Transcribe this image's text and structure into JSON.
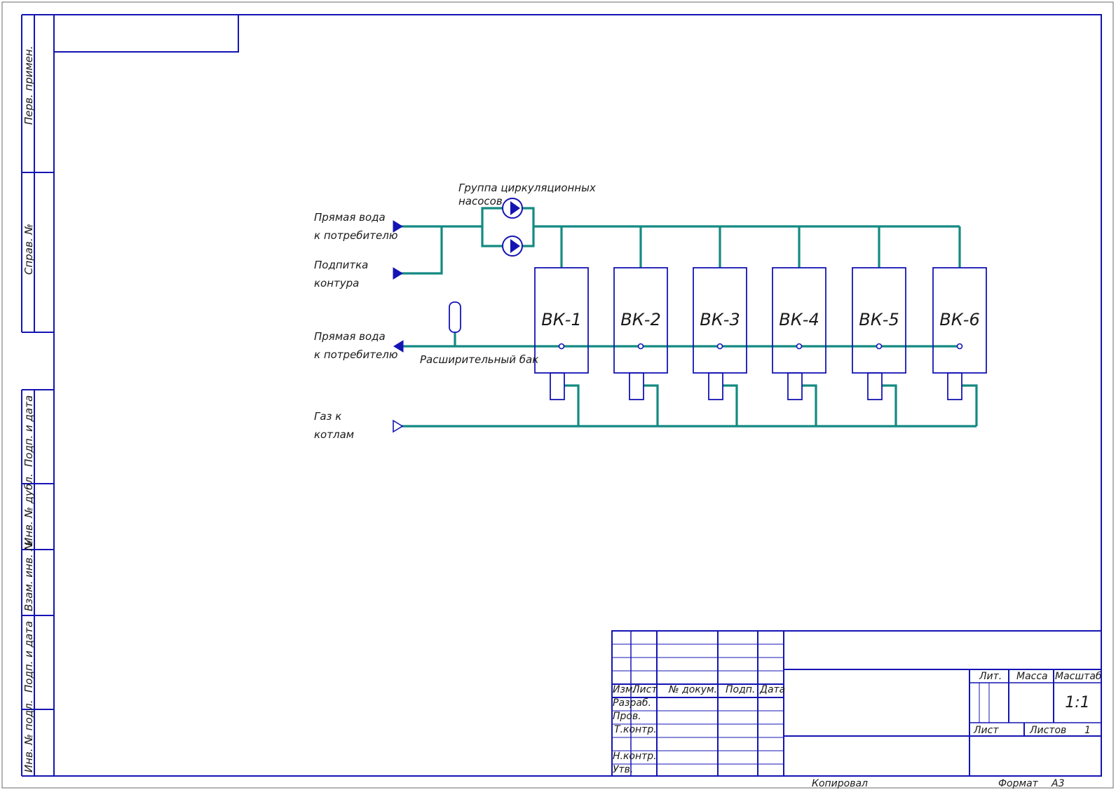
{
  "colors": {
    "frame": "#1414b4",
    "pipe": "#138a82",
    "text": "#1a1a1a"
  },
  "side_stamp": {
    "perv_primen": "Перв. примен.",
    "sprav_no": "Справ. №",
    "podp_data_1": "Подп. и дата",
    "inv_dubl": "Инв. № дубл.",
    "vzam_inv": "Взам. инв. №",
    "podp_data_2": "Подп. и дата",
    "inv_podl": "Инв. № подл."
  },
  "diagram": {
    "pump_group": [
      "Группа циркуляционных",
      "насосов"
    ],
    "supply_top": [
      "Прямая вода",
      "к потребителю"
    ],
    "makeup": [
      "Подпитка",
      "контура"
    ],
    "supply_mid": [
      "Прямая вода",
      "к потребителю"
    ],
    "expansion_tank": "Расширительный бак",
    "gas": [
      "Газ к",
      "котлам"
    ],
    "boilers": [
      "ВК-1",
      "ВК-2",
      "ВК-3",
      "ВК-4",
      "ВК-5",
      "ВК-6"
    ]
  },
  "title_block": {
    "izm": "Изм.",
    "list": "Лист",
    "no_dokum": "№ докум.",
    "podp": "Подп.",
    "data": "Дата",
    "razrab": "Разраб.",
    "prov": "Пров.",
    "t_kontr": "Т.контр.",
    "n_kontr": "Н.контр.",
    "utv": "Утв.",
    "lit": "Лит.",
    "massa": "Масса",
    "masshtab": "Масштаб",
    "scale_value": "1:1",
    "sheet_label": "Лист",
    "sheets_label": "Листов",
    "sheets_value": "1"
  },
  "footer": {
    "kopiroval": "Копировал",
    "format_label": "Формат",
    "format_value": "А3"
  }
}
